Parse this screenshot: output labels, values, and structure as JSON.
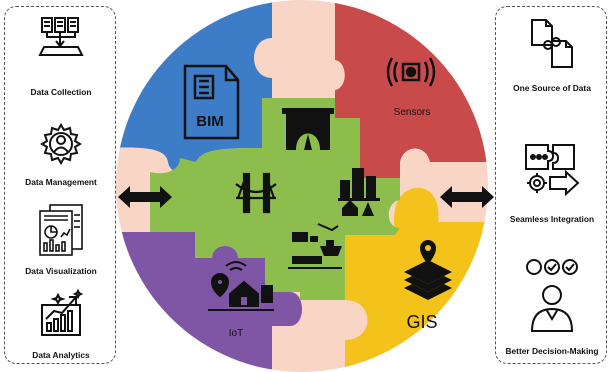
{
  "left_panel": {
    "items": [
      {
        "label": "Data Collection",
        "icon": "data-collection-icon"
      },
      {
        "label": "Data Management",
        "icon": "data-management-icon"
      },
      {
        "label": "Data Visualization",
        "icon": "data-visualization-icon"
      },
      {
        "label": "Data Analytics",
        "icon": "data-analytics-icon"
      }
    ]
  },
  "right_panel": {
    "items": [
      {
        "label": "One Source of Data",
        "icon": "one-source-of-data-icon"
      },
      {
        "label": "Seamless Integration",
        "icon": "seamless-integration-icon"
      },
      {
        "label": "Better Decision-Making",
        "icon": "better-decision-making-icon"
      }
    ]
  },
  "puzzle": {
    "pieces": [
      {
        "label": "BIM",
        "color": "#3d7dc8"
      },
      {
        "label": "Sensors",
        "color": "#c94a4a"
      },
      {
        "label": "IoT",
        "color": "#7e56a5"
      },
      {
        "label": "GIS",
        "color": "#f3c21b"
      }
    ],
    "center_color": "#8dbd4c",
    "ring_color": "#f8d5c4",
    "center_icons": [
      "tunnel-icon",
      "bridge-icon",
      "city-buildings-icon",
      "port-transport-icon"
    ]
  },
  "arrows": [
    "double-arrow-left",
    "double-arrow-right"
  ]
}
